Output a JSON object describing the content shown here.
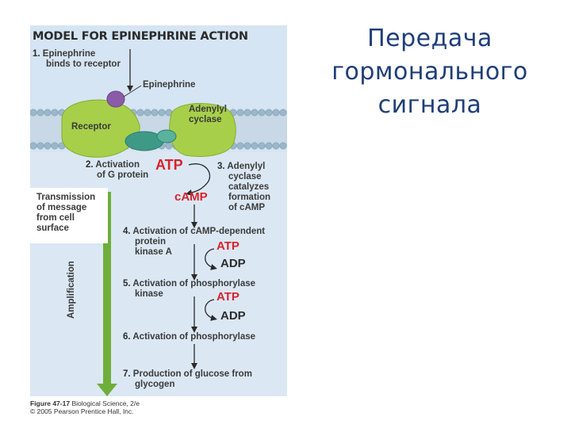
{
  "slide": {
    "title_lines": [
      "Передача",
      "гормонального",
      "сигнала"
    ]
  },
  "figure": {
    "title": "MODEL FOR EPINEPHRINE ACTION",
    "steps": [
      {
        "num": "1.",
        "lines": [
          "Epinephrine",
          "binds to receptor"
        ]
      },
      {
        "num": "2.",
        "lines": [
          "Activation",
          "of G protein"
        ]
      },
      {
        "num": "3.",
        "lines": [
          "Adenylyl",
          "cyclase",
          "catalyzes",
          "formation",
          "of cAMP"
        ]
      },
      {
        "num": "4.",
        "lines": [
          "Activation of cAMP-dependent",
          "protein",
          "kinase A"
        ]
      },
      {
        "num": "5.",
        "lines": [
          "Activation of phosphorylase",
          "kinase"
        ]
      },
      {
        "num": "6.",
        "lines": [
          "Activation of phosphorylase"
        ]
      },
      {
        "num": "7.",
        "lines": [
          "Production of glucose from",
          "glycogen"
        ]
      }
    ],
    "labels": {
      "epinephrine": "Epinephrine",
      "receptor": "Receptor",
      "adenylyl_cyclase": [
        "Adenylyl",
        "cyclase"
      ],
      "atp": "ATP",
      "camp": "cAMP",
      "adp": "ADP",
      "transmission": [
        "Transmission",
        "of message",
        "from cell",
        "surface"
      ],
      "amplification": "Amplification"
    },
    "caption": {
      "line1_bold": "Figure 47-17",
      "line1_rest": " Biological Science, 2/e",
      "line2": "© 2005 Pearson Prentice Hall, Inc."
    },
    "colors": {
      "atp_text": "#d8232a",
      "membrane_head": "#9ab7c9",
      "receptor_green": "#a7cf4a",
      "g_protein": "#3e9a86",
      "epinephrine": "#8a5ba6",
      "amplification_arrow": "#6fae3a",
      "background": "#d6e5f3",
      "slide_title": "#1f3e78"
    }
  }
}
